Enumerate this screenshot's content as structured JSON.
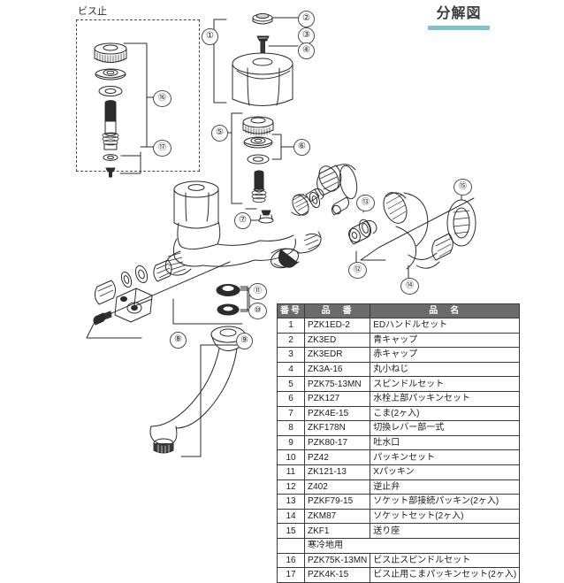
{
  "header": {
    "title": "分解図",
    "accent_color": "#7cc3d6"
  },
  "callout_box": {
    "label": "ビス止",
    "items": [
      "16",
      "17"
    ]
  },
  "diagram": {
    "callouts": [
      {
        "id": "1",
        "label": "①"
      },
      {
        "id": "2",
        "label": "②"
      },
      {
        "id": "3",
        "label": "③"
      },
      {
        "id": "4",
        "label": "④"
      },
      {
        "id": "5",
        "label": "⑤"
      },
      {
        "id": "6",
        "label": "⑥"
      },
      {
        "id": "7",
        "label": "⑦"
      },
      {
        "id": "8",
        "label": "⑧"
      },
      {
        "id": "9",
        "label": "⑨"
      },
      {
        "id": "10",
        "label": "⑩"
      },
      {
        "id": "11",
        "label": "⑪"
      },
      {
        "id": "12",
        "label": "⑫"
      },
      {
        "id": "13",
        "label": "⑬"
      },
      {
        "id": "14",
        "label": "⑭"
      },
      {
        "id": "15",
        "label": "⑮"
      },
      {
        "id": "16",
        "label": "⑯"
      },
      {
        "id": "17",
        "label": "⑰"
      }
    ]
  },
  "table": {
    "headers": {
      "no": "番号",
      "code": "品　番",
      "name": "品　名"
    },
    "section_label": "寒冷地用",
    "rows": [
      {
        "no": "1",
        "code": "PZK1ED-2",
        "name": "EDハンドルセット"
      },
      {
        "no": "2",
        "code": "ZK3ED",
        "name": "青キャップ"
      },
      {
        "no": "3",
        "code": "ZK3EDR",
        "name": "赤キャップ"
      },
      {
        "no": "4",
        "code": "ZK3A-16",
        "name": "丸小ねじ"
      },
      {
        "no": "5",
        "code": "PZK75-13MN",
        "name": "スピンドルセット"
      },
      {
        "no": "6",
        "code": "PZK127",
        "name": "水栓上部パッキンセット"
      },
      {
        "no": "7",
        "code": "PZK4E-15",
        "name": "こま(2ヶ入)"
      },
      {
        "no": "8",
        "code": "ZKF178N",
        "name": "切換レバー部一式"
      },
      {
        "no": "9",
        "code": "PZK80-17",
        "name": "吐水口"
      },
      {
        "no": "10",
        "code": "PZ42",
        "name": "パッキンセット"
      },
      {
        "no": "11",
        "code": "ZK121-13",
        "name": "Xパッキン"
      },
      {
        "no": "12",
        "code": "Z402",
        "name": "逆止弁"
      },
      {
        "no": "13",
        "code": "PZKF79-15",
        "name": "ソケット部接続パッキン(2ヶ入)"
      },
      {
        "no": "14",
        "code": "ZKM87",
        "name": "ソケットセット(2ヶ入)"
      },
      {
        "no": "15",
        "code": "ZKF1",
        "name": "送り座"
      }
    ],
    "cold_rows": [
      {
        "no": "16",
        "code": "PZK75K-13MN",
        "name": "ビス止スピンドルセット"
      },
      {
        "no": "17",
        "code": "PZK4K-15",
        "name": "ビス止用こまパッキンセット(2ヶ入)"
      }
    ]
  }
}
